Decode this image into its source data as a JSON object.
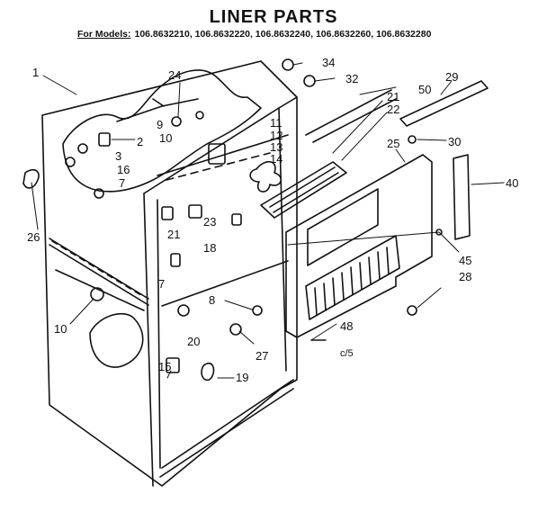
{
  "header": {
    "title": "LINER PARTS",
    "models_prefix": "For Models:",
    "models_list": "106.8632210, 106.8632220, 106.8632240, 106.8632260, 106.8632280"
  },
  "callouts": [
    "1",
    "24",
    "34",
    "32",
    "29",
    "50",
    "21",
    "22",
    "9",
    "10",
    "11",
    "12",
    "13",
    "14",
    "30",
    "25",
    "2",
    "3",
    "16",
    "7",
    "40",
    "26",
    "23",
    "21",
    "18",
    "45",
    "28",
    "7",
    "8",
    "10",
    "20",
    "48",
    "27",
    "c/5",
    "15",
    "19"
  ]
}
